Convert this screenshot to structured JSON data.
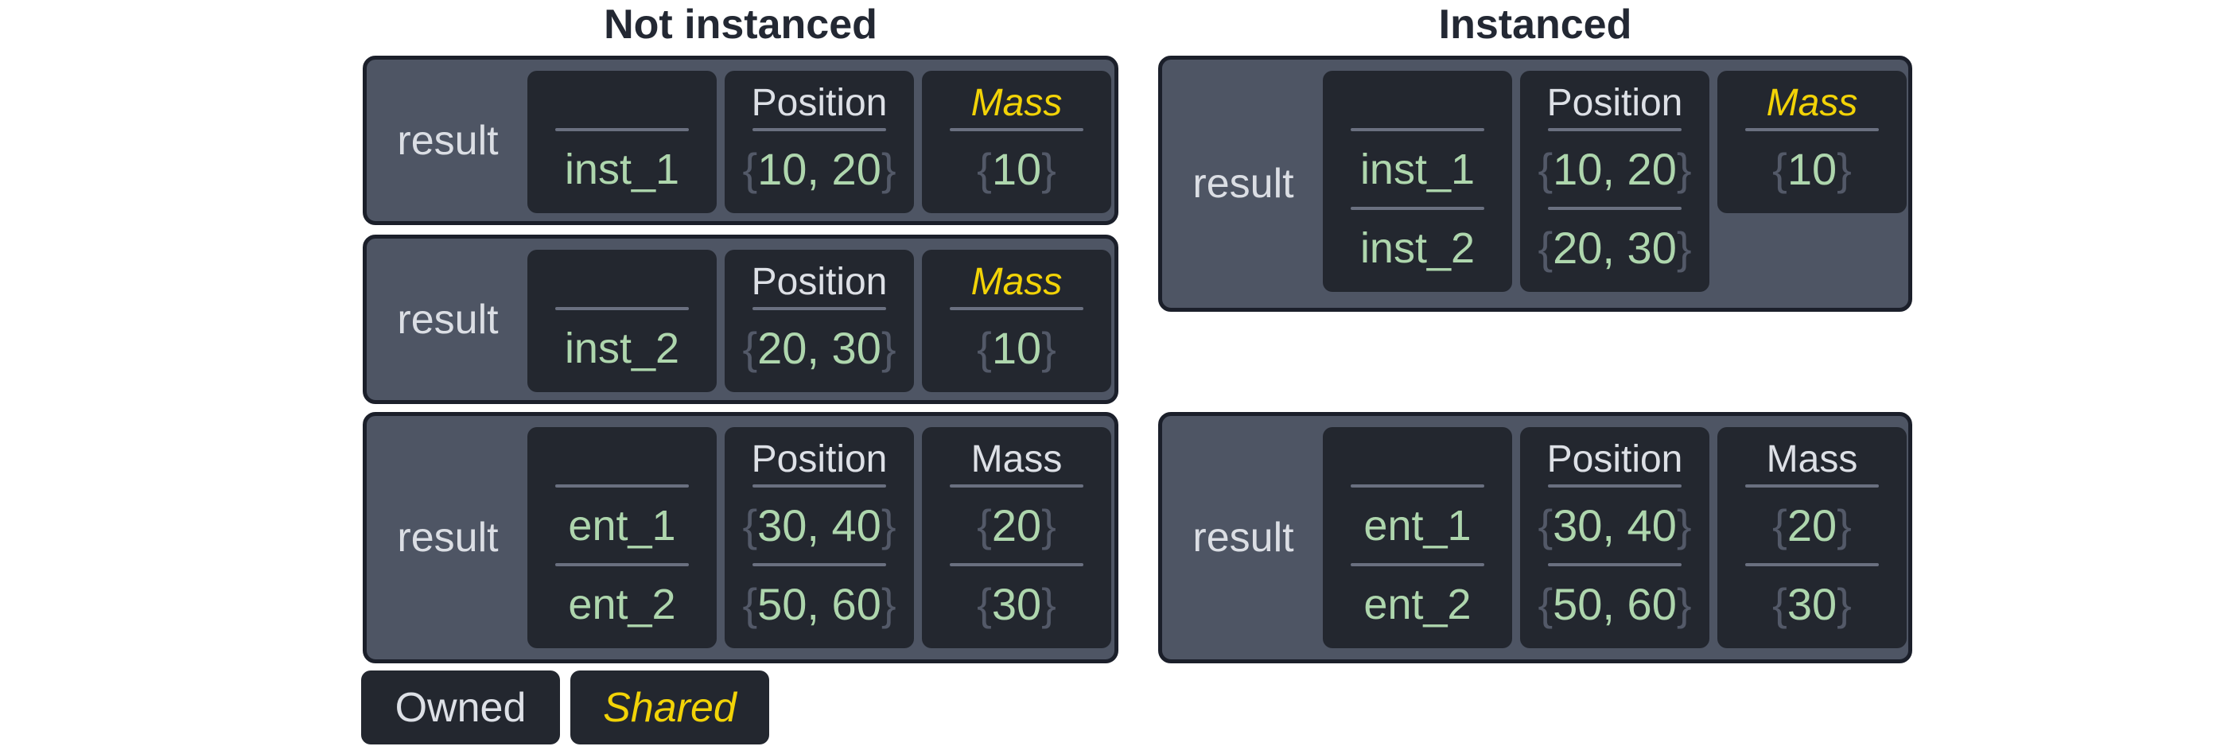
{
  "titles": {
    "not_instanced": "Not instanced",
    "instanced": "Instanced"
  },
  "symbols": {
    "brace_open": "{",
    "brace_close": "}"
  },
  "legend": {
    "owned": "Owned",
    "shared": "Shared"
  },
  "colors": {
    "background": "#ffffff",
    "title_text": "#232833",
    "group_fill": "#4e5564",
    "group_border": "#1b1f2a",
    "cell_fill": "#23272f",
    "divider": "#6a7080",
    "light_text": "#dde0e6",
    "entity_green": "#aed6ad",
    "brace_gray": "#535968",
    "shared_yellow": "#f2d307"
  },
  "groups": [
    {
      "label": "result",
      "columns": [
        {
          "header": "",
          "rows": [
            "inst_1"
          ]
        },
        {
          "header": "Position",
          "rows": [
            "10, 20"
          ]
        },
        {
          "header": "Mass",
          "shared": true,
          "rows": [
            "10"
          ]
        }
      ]
    },
    {
      "label": "result",
      "columns": [
        {
          "header": "",
          "rows": [
            "inst_2"
          ]
        },
        {
          "header": "Position",
          "rows": [
            "20, 30"
          ]
        },
        {
          "header": "Mass",
          "shared": true,
          "rows": [
            "10"
          ]
        }
      ]
    },
    {
      "label": "result",
      "columns": [
        {
          "header": "",
          "rows": [
            "ent_1",
            "ent_2"
          ]
        },
        {
          "header": "Position",
          "rows": [
            "30, 40",
            "50, 60"
          ]
        },
        {
          "header": "Mass",
          "shared": false,
          "rows": [
            "20",
            "30"
          ]
        }
      ]
    },
    {
      "label": "result",
      "columns": [
        {
          "header": "",
          "rows": [
            "inst_1",
            "inst_2"
          ]
        },
        {
          "header": "Position",
          "rows": [
            "10, 20",
            "20, 30"
          ]
        },
        {
          "header": "Mass",
          "shared": true,
          "rows": [
            "10"
          ]
        }
      ]
    },
    {
      "label": "result",
      "columns": [
        {
          "header": "",
          "rows": [
            "ent_1",
            "ent_2"
          ]
        },
        {
          "header": "Position",
          "rows": [
            "30, 40",
            "50, 60"
          ]
        },
        {
          "header": "Mass",
          "shared": false,
          "rows": [
            "20",
            "30"
          ]
        }
      ]
    }
  ]
}
